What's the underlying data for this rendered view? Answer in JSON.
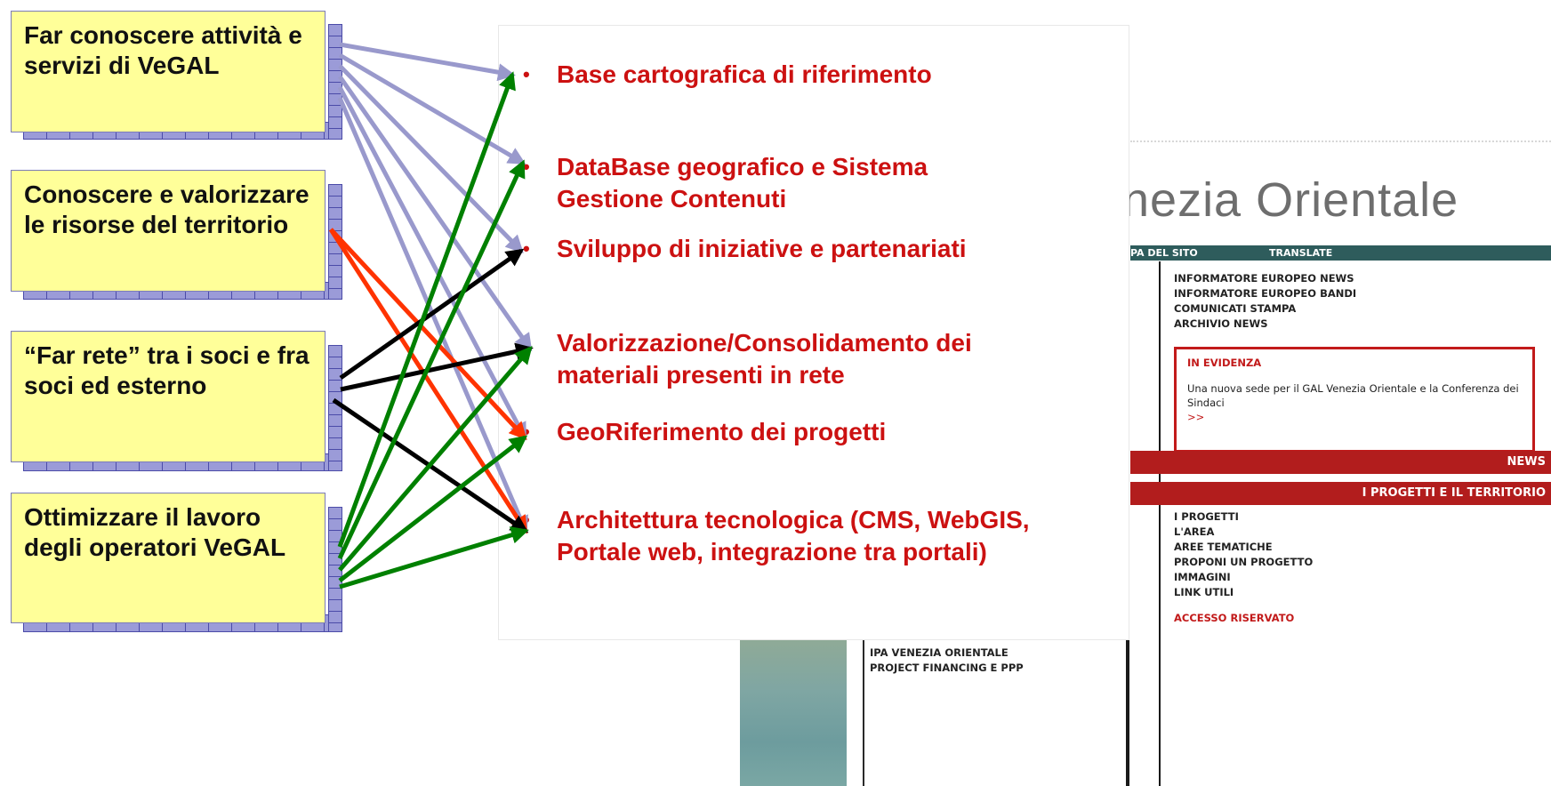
{
  "objectives": [
    {
      "id": "obj1",
      "text": "Far conoscere attività e servizi di VeGAL"
    },
    {
      "id": "obj2",
      "text": "Conoscere e valorizzare le risorse del territorio"
    },
    {
      "id": "obj3",
      "text": "“Far rete” tra i soci e fra soci ed esterno"
    },
    {
      "id": "obj4",
      "text": "Ottimizzare il lavoro degli operatori VeGAL"
    }
  ],
  "bullets": [
    {
      "id": "b1",
      "text": "Base cartografica di riferimento"
    },
    {
      "id": "b2",
      "text": "DataBase geografico e Sistema Gestione Contenuti"
    },
    {
      "id": "b3",
      "text": "Sviluppo di iniziative e partenariati"
    },
    {
      "id": "b4",
      "text": "Valorizzazione/Consolidamento dei materiali presenti in rete"
    },
    {
      "id": "b5",
      "text": "GeoRiferimento dei progetti"
    },
    {
      "id": "b6",
      "text": "Architettura tecnologica (CMS, WebGIS, Portale web, integrazione tra portali)"
    }
  ],
  "bullet_symbol": "•",
  "connections": [
    {
      "from": "obj1",
      "to": "b1",
      "color": "#9999cc"
    },
    {
      "from": "obj1",
      "to": "b2",
      "color": "#9999cc"
    },
    {
      "from": "obj1",
      "to": "b3",
      "color": "#9999cc"
    },
    {
      "from": "obj1",
      "to": "b4",
      "color": "#9999cc"
    },
    {
      "from": "obj1",
      "to": "b5",
      "color": "#9999cc"
    },
    {
      "from": "obj1",
      "to": "b6",
      "color": "#9999cc"
    },
    {
      "from": "obj2",
      "to": "b5",
      "color": "#ff3300"
    },
    {
      "from": "obj2",
      "to": "b6",
      "color": "#ff3300"
    },
    {
      "from": "obj3",
      "to": "b3",
      "color": "#000000"
    },
    {
      "from": "obj3",
      "to": "b4",
      "color": "#000000"
    },
    {
      "from": "obj3",
      "to": "b6",
      "color": "#000000"
    },
    {
      "from": "obj4",
      "to": "b1",
      "color": "#008000"
    },
    {
      "from": "obj4",
      "to": "b2",
      "color": "#008000"
    },
    {
      "from": "obj4",
      "to": "b4",
      "color": "#008000"
    },
    {
      "from": "obj4",
      "to": "b5",
      "color": "#008000"
    },
    {
      "from": "obj4",
      "to": "b6",
      "color": "#008000"
    }
  ],
  "site": {
    "title": "nezia Orientale",
    "nav": [
      "PA DEL SITO",
      "TRANSLATE"
    ],
    "news_links": [
      "INFORMATORE EUROPEO NEWS",
      "INFORMATORE EUROPEO BANDI",
      "COMUNICATI STAMPA",
      "ARCHIVIO NEWS"
    ],
    "evidence_title": "IN EVIDENZA",
    "evidence_text": "Una nuova sede per il GAL Venezia Orientale e la Conferenza dei Sindaci",
    "evidence_more": ">>",
    "news_bar": "NEWS",
    "projects_bar": "I PROGETTI E IL TERRITORIO",
    "project_links": [
      "I PROGETTI",
      "L'AREA",
      "AREE TEMATICHE",
      "PROPONI UN PROGETTO",
      "IMMAGINI",
      "LINK UTILI"
    ],
    "restricted": "ACCESSO RISERVATO",
    "bottom_links": [
      "IPA VENEZIA ORIENTALE",
      "PROJECT FINANCING E PPP"
    ]
  }
}
